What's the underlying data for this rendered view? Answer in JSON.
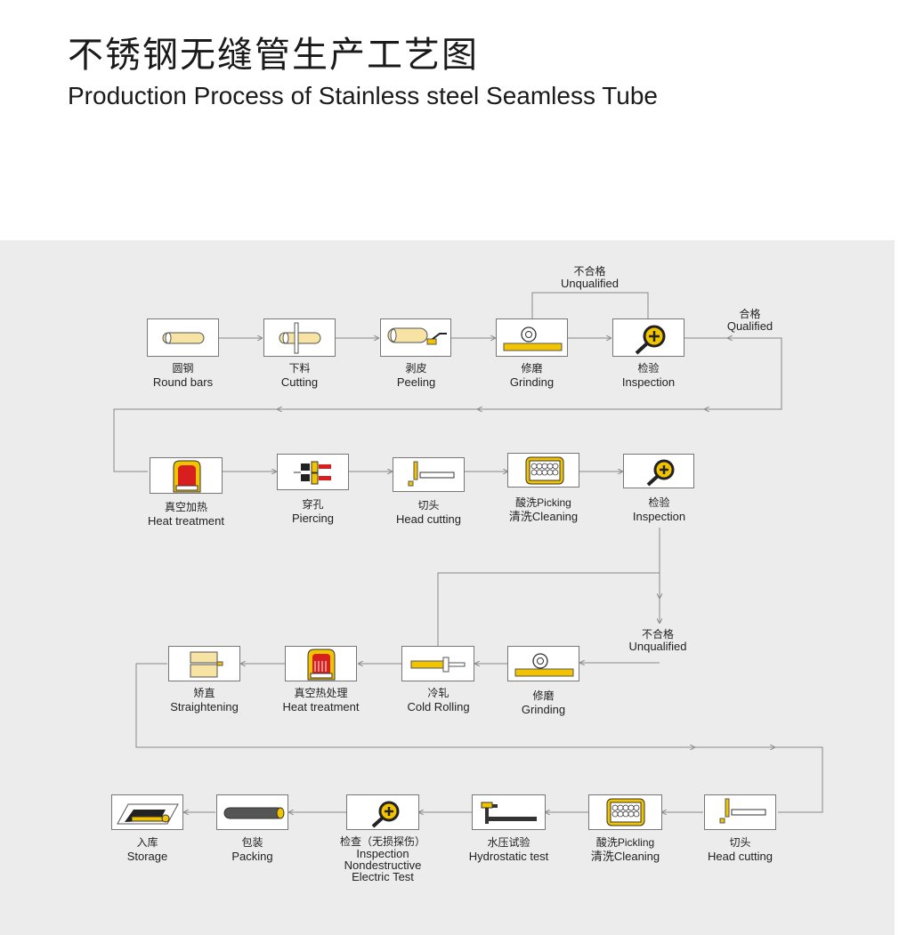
{
  "title_cn": "不锈钢无缝管生产工艺图",
  "title_en": "Production Process of Stainless steel Seamless Tube",
  "colors": {
    "accent": "#f2c400",
    "red": "#d81e1e",
    "line": "#888888",
    "panel": "#ececec"
  },
  "branches": {
    "unqualified1": {
      "cn": "不合格",
      "en": "Unqualified"
    },
    "qualified": {
      "cn": "合格",
      "en": "Qualified"
    },
    "unqualified2": {
      "cn": "不合格",
      "en": "Unqualified"
    }
  },
  "steps": {
    "round_bars": {
      "cn": "圆钢",
      "en": "Round bars",
      "icon": "round-bar-icon"
    },
    "cutting": {
      "cn": "下料",
      "en": "Cutting",
      "icon": "saw-cutting-icon"
    },
    "peeling": {
      "cn": "剥皮",
      "en": "Peeling",
      "icon": "peeling-tool-icon"
    },
    "grinding1": {
      "cn": "修磨",
      "en": "Grinding",
      "icon": "grinding-wheel-icon"
    },
    "inspection1": {
      "cn": "检验",
      "en": "Inspection",
      "icon": "magnifier-icon"
    },
    "heat1": {
      "cn": "真空加热",
      "en": "Heat treatment",
      "icon": "furnace-icon"
    },
    "piercing": {
      "cn": "穿孔",
      "en": "Piercing",
      "icon": "piercing-mill-icon"
    },
    "head_cutting1": {
      "cn": "切头",
      "en": "Head cutting",
      "icon": "head-cut-icon"
    },
    "pickling1": {
      "cn1": "酸洗Picking",
      "cn2": "清洗Cleaning",
      "icon": "pickling-tank-icon"
    },
    "inspection2": {
      "cn": "检验",
      "en": "Inspection",
      "icon": "magnifier-icon"
    },
    "straightening": {
      "cn": "矫直",
      "en": "Straightening",
      "icon": "straightener-icon"
    },
    "heat2": {
      "cn": "真空热处理",
      "en": "Heat treatment",
      "icon": "furnace-icon"
    },
    "cold_rolling": {
      "cn": "冷轧",
      "en": "Cold Rolling",
      "icon": "cold-rolling-icon"
    },
    "grinding2": {
      "cn": "修磨",
      "en": "Grinding",
      "icon": "grinding-wheel-icon"
    },
    "storage": {
      "cn": "入库",
      "en": "Storage",
      "icon": "warehouse-icon"
    },
    "packing": {
      "cn": "包装",
      "en": "Packing",
      "icon": "tube-bundle-icon"
    },
    "ndt": {
      "cn": "检查（无损探伤）",
      "en1": "Inspection",
      "en2": "Nondestructive",
      "en3": "Electric Test",
      "icon": "magnifier-icon"
    },
    "hydro": {
      "cn": "水压试验",
      "en": "Hydrostatic test",
      "icon": "hydro-test-icon"
    },
    "pickling2": {
      "cn1": "酸洗Pickling",
      "cn2": "清洗Cleaning",
      "icon": "pickling-tank-icon"
    },
    "head_cutting2": {
      "cn": "切头",
      "en": "Head cutting",
      "icon": "head-cut-icon"
    }
  }
}
